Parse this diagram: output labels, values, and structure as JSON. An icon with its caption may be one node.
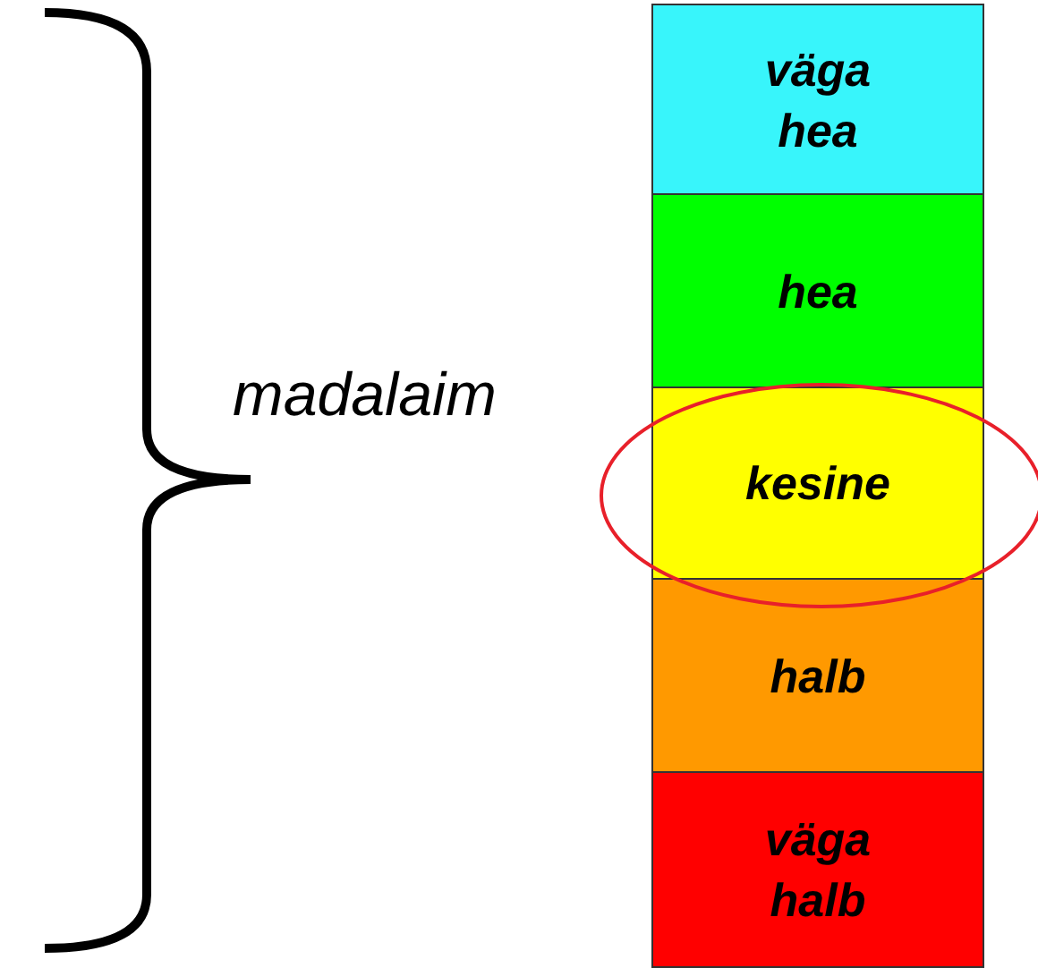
{
  "diagram": {
    "nodes": [
      {
        "text": [
          "väga hea"
        ]
      },
      {
        "text": [
          "hea"
        ]
      },
      {
        "text": [
          "kesine"
        ]
      },
      {
        "text": [
          "halb"
        ]
      },
      {
        "text": [
          "väga halb"
        ]
      }
    ],
    "labels": [
      "madalaim"
    ]
  }
}
